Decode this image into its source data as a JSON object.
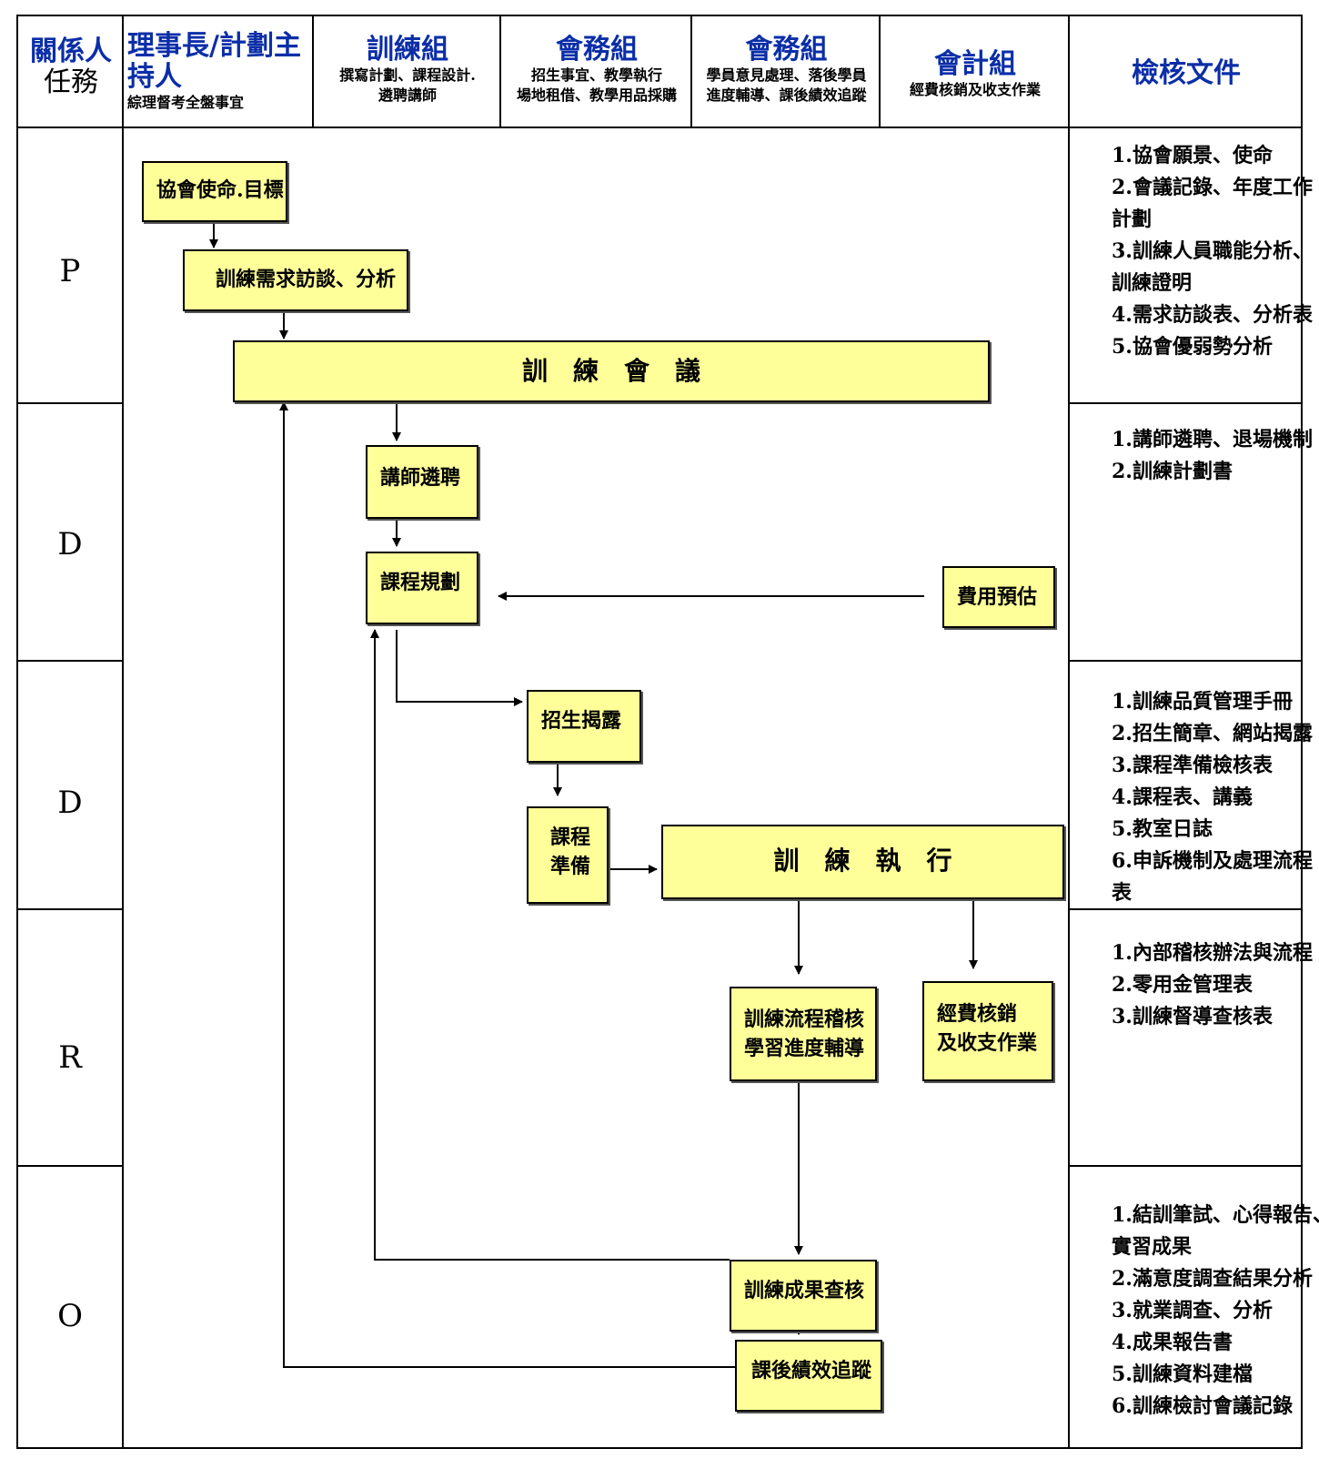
{
  "header": {
    "col1_title": "關係人",
    "col1_sub": "任務",
    "col2_title": "理事長/計劃主持人",
    "col2_sub": "綜理督考全盤事宜",
    "col3_title": "訓練組",
    "col3_sub1": "撰寫計劃、課程設計.",
    "col3_sub2": "遴聘講師",
    "col4_title": "會務組",
    "col4_sub1": "招生事宜、教學執行",
    "col4_sub2": "場地租借、教學用品採購",
    "col5_title": "會務組",
    "col5_sub1": "學員意見處理、落後學員",
    "col5_sub2": "進度輔導、課後績效追蹤",
    "col6_title": "會計組",
    "col6_sub": "經費核銷及收支作業",
    "col7_title": "檢核文件"
  },
  "phases": [
    "P",
    "D",
    "D",
    "R",
    "O"
  ],
  "boxes": {
    "mission": "協會使命.目標",
    "needs": "訓練需求訪談、分析",
    "meeting": "訓　練　會　議",
    "lecturer": "講師遴聘",
    "planning": "課程規劃",
    "cost": "費用預估",
    "recruit": "招生揭露",
    "prep1": "課程",
    "prep2": "準備",
    "execute": "訓　練　執　行",
    "audit1": "訓練流程稽核",
    "audit2": "學習進度輔導",
    "finance1": "經費核銷",
    "finance2": "及收支作業",
    "results": "訓練成果查核",
    "tracking": "課後績效追蹤"
  },
  "docs": {
    "p": [
      "1.協會願景、使命",
      "2.會議記錄、年度工作",
      "計劃",
      "3.訓練人員職能分析、",
      " 訓練證明",
      "4.需求訪談表、分析表",
      "5.協會優弱勢分析"
    ],
    "d1": [
      "1.講師遴聘、退場機制",
      "2.訓練計劃書"
    ],
    "d2": [
      "1.訓練品質管理手冊",
      "2.招生簡章、網站揭露",
      "3.課程準備檢核表",
      "4.課程表、講義",
      "5.教室日誌",
      "6.申訴機制及處理流程",
      "表"
    ],
    "r": [
      "1.內部稽核辦法與流程",
      "2.零用金管理表",
      "3.訓練督導查核表"
    ],
    "o": [
      "1.結訓筆試、心得報告、",
      "實習成果",
      "2.滿意度調查結果分析",
      "3.就業調查、分析",
      "4.成果報告書",
      "5.訓練資料建檔",
      "6.訓練檢討會議記錄"
    ]
  }
}
